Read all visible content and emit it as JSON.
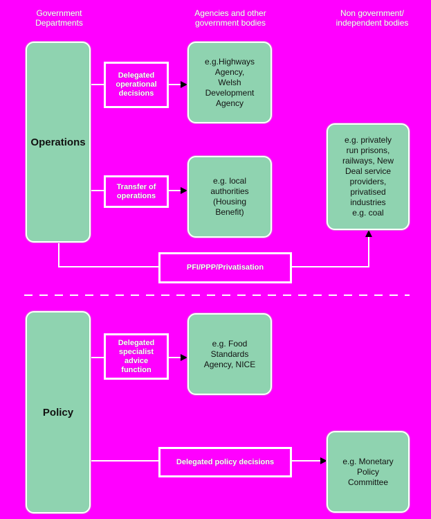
{
  "headers": {
    "gov": "Government\nDepartments",
    "agencies": "Agencies and other\ngovernment bodies",
    "nongov": "Non government/\nindependent bodies"
  },
  "boxes": {
    "operations": "Operations",
    "policy": "Policy",
    "highways": "e.g.Highways\nAgency,\nWelsh\nDevelopment\nAgency",
    "local": "e.g. local\nauthorities\n(Housing\nBenefit)",
    "private": "e.g. privately\nrun prisons,\nrailways, New\nDeal service\nproviders,\nprivatised\nindustries\ne.g. coal",
    "food": "e.g. Food\nStandards\nAgency, NICE",
    "monetary": "e.g. Monetary\nPolicy\nCommittee"
  },
  "labels": {
    "delegated_operational": "Delegated\noperational\ndecisions",
    "transfer": "Transfer of\noperations",
    "pfi": "PFI/PPP/Privatisation",
    "specialist": "Delegated\nspecialist\nadvice\nfunction",
    "policy_decisions": "Delegated policy decisions"
  }
}
